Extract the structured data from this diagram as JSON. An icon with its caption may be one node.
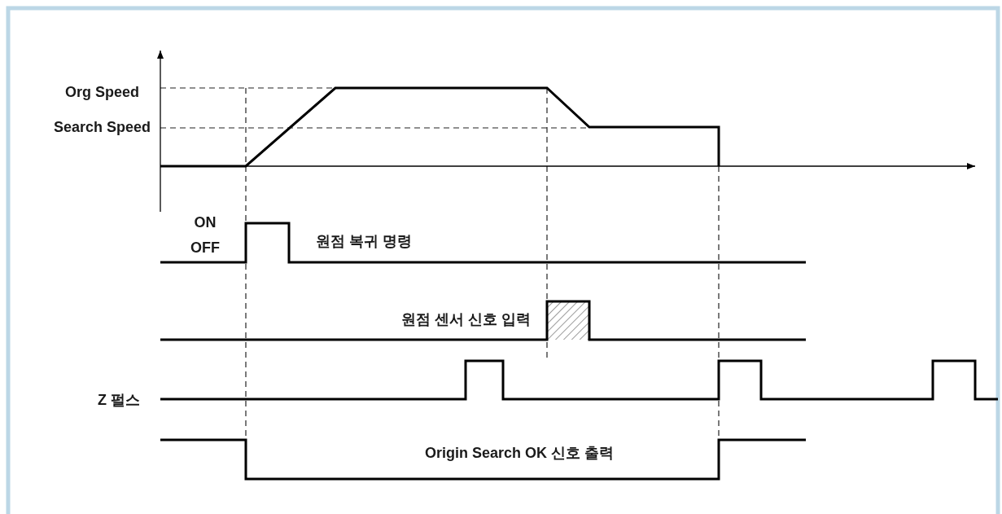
{
  "diagram": {
    "labels": [
      "Org Speed",
      "Search Speed",
      "ON",
      "OFF",
      "원점 복귀 명령",
      "원점 센서 신호 입력",
      "Z 펄스",
      "Origin Search OK 신호 출력"
    ]
  }
}
